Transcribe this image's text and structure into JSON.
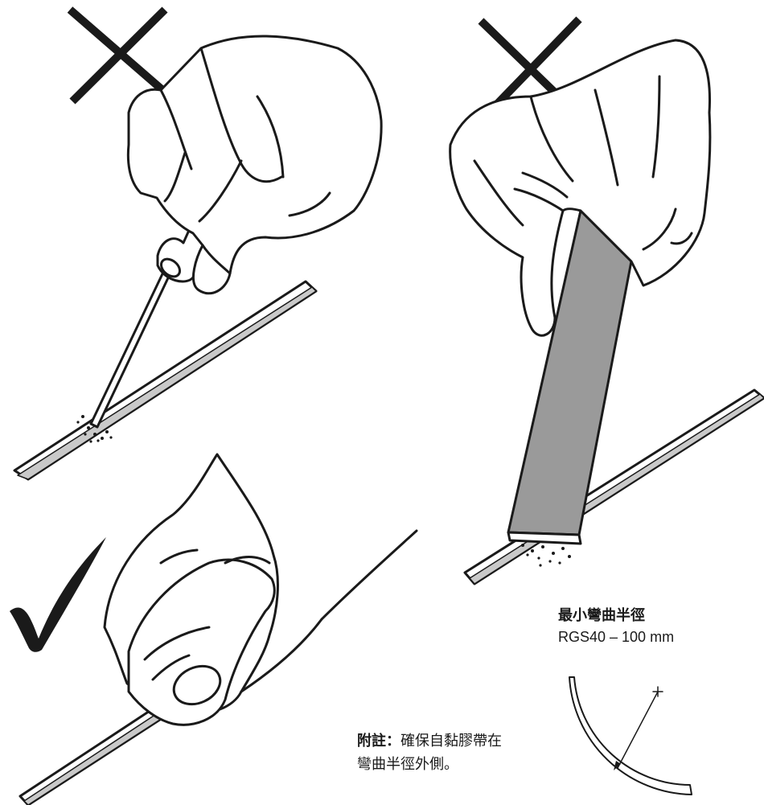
{
  "colors": {
    "ink": "#1a1a1a",
    "strip_fill": "#c9c9c9",
    "file_fill": "#9a9a9a",
    "background": "#ffffff"
  },
  "panels": {
    "scribe": {
      "icon": "cross-mark-icon",
      "verdict": "incorrect"
    },
    "file": {
      "icon": "cross-mark-icon",
      "verdict": "incorrect"
    },
    "wipe": {
      "icon": "check-mark-icon",
      "verdict": "correct"
    }
  },
  "bend_radius": {
    "title": "最小彎曲半徑",
    "value": "RGS40 – 100 mm"
  },
  "note": {
    "prefix": "附註：",
    "text_line1": "確保自黏膠帶在",
    "text_line2": "彎曲半徑外側。"
  }
}
